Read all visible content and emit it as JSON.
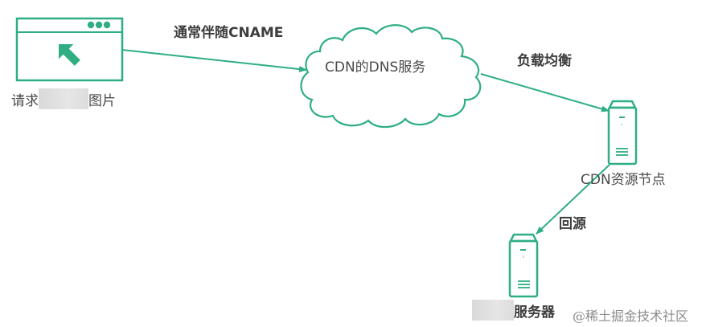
{
  "colors": {
    "accent": "#2fae82",
    "text": "#444444",
    "watermark": "#8c8c8c",
    "redaction": "#dddddd"
  },
  "nodes": {
    "browser": {
      "label_prefix": "请求",
      "label_suffix": "图片",
      "icon": "browser-window-icon"
    },
    "dns_cloud": {
      "label": "CDN的DNS服务",
      "icon": "cloud-icon"
    },
    "cdn_node": {
      "label": "CDN资源节点",
      "icon": "server-icon"
    },
    "origin_server": {
      "label": "服务器",
      "icon": "server-icon"
    }
  },
  "edges": [
    {
      "from": "browser",
      "to": "dns_cloud",
      "label": "通常伴随CNAME"
    },
    {
      "from": "dns_cloud",
      "to": "cdn_node",
      "label": "负载均衡"
    },
    {
      "from": "cdn_node",
      "to": "origin_server",
      "label": "回源"
    }
  ],
  "watermark": "@稀土掘金技术社区"
}
